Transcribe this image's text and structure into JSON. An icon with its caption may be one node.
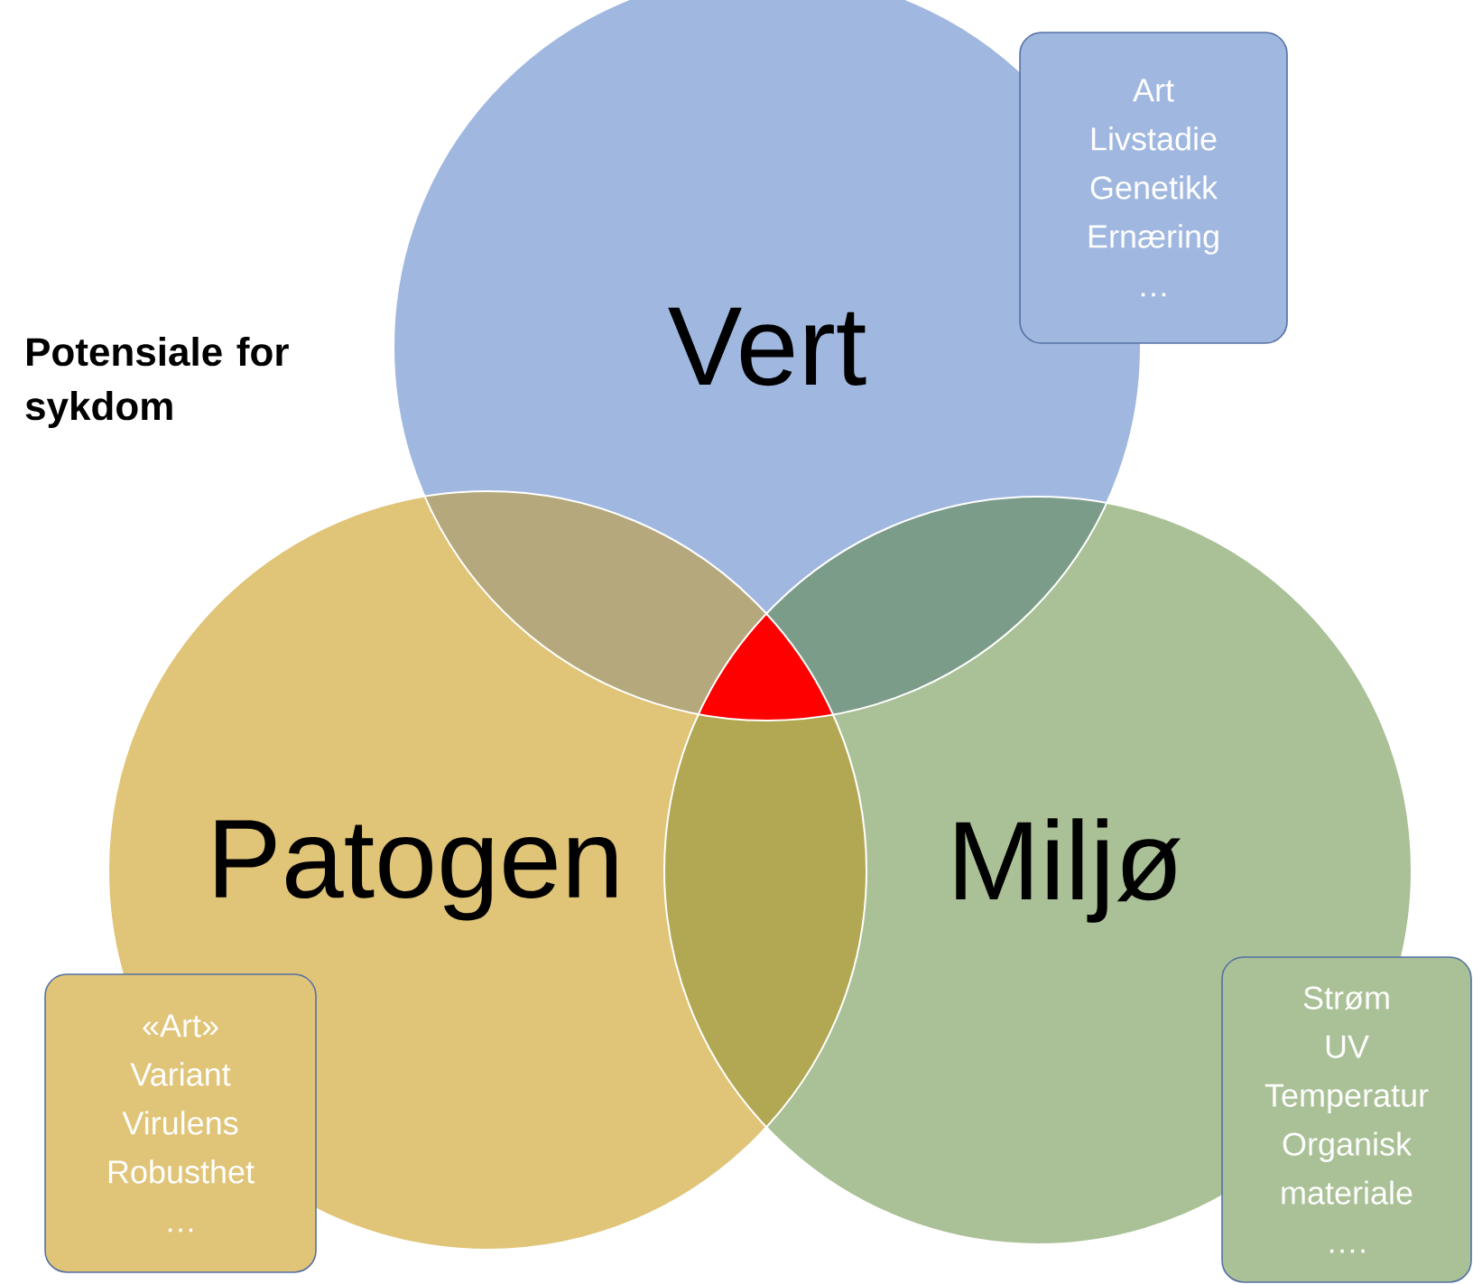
{
  "diagram": {
    "nodes": [
      {
        "text": [
          "Vert"
        ]
      },
      {
        "text": [
          "Patogen"
        ]
      },
      {
        "text": [
          "Miljø"
        ]
      },
      {
        "text": [
          "Art",
          "Livstadie",
          "Genetikk",
          "Ernæring",
          "…"
        ]
      },
      {
        "text": [
          "«Art»",
          "Variant",
          "Virulens",
          "Robusthet",
          "…"
        ]
      },
      {
        "text": [
          "Strøm",
          "UV",
          "Temperatur",
          "Organisk materiale",
          "…."
        ]
      }
    ],
    "labels": [
      "Potensiale for sykdom"
    ]
  }
}
